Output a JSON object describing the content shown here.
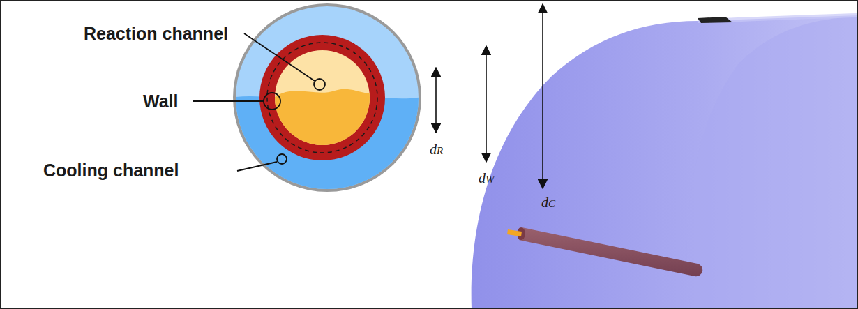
{
  "diagram": {
    "labels": [
      "Reaction channel",
      "Wall",
      "Cooling channel",
      "dR",
      "dW",
      "dC"
    ]
  }
}
